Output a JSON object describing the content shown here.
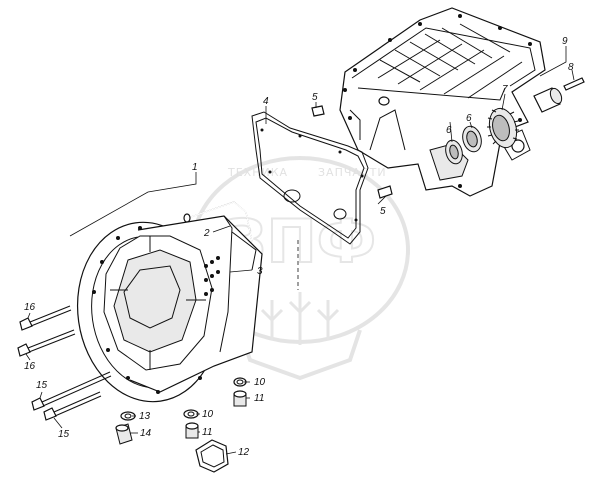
{
  "watermark": {
    "text_left": "ТЕХНИКА",
    "text_right": "ЗАПЧАСТИ",
    "letters": "ЗПФ"
  },
  "callouts": [
    {
      "id": "c1",
      "label": "1"
    },
    {
      "id": "c2",
      "label": "2"
    },
    {
      "id": "c3",
      "label": "3"
    },
    {
      "id": "c4",
      "label": "4"
    },
    {
      "id": "c5a",
      "label": "5"
    },
    {
      "id": "c5b",
      "label": "5"
    },
    {
      "id": "c6a",
      "label": "6"
    },
    {
      "id": "c6b",
      "label": "6"
    },
    {
      "id": "c7",
      "label": "7"
    },
    {
      "id": "c8",
      "label": "8"
    },
    {
      "id": "c9",
      "label": "9"
    },
    {
      "id": "c10a",
      "label": "10"
    },
    {
      "id": "c10b",
      "label": "10"
    },
    {
      "id": "c11a",
      "label": "11"
    },
    {
      "id": "c11b",
      "label": "11"
    },
    {
      "id": "c12",
      "label": "12"
    },
    {
      "id": "c13",
      "label": "13"
    },
    {
      "id": "c14",
      "label": "14"
    },
    {
      "id": "c15a",
      "label": "15"
    },
    {
      "id": "c15b",
      "label": "15"
    },
    {
      "id": "c16a",
      "label": "16"
    },
    {
      "id": "c16b",
      "label": "16"
    }
  ]
}
